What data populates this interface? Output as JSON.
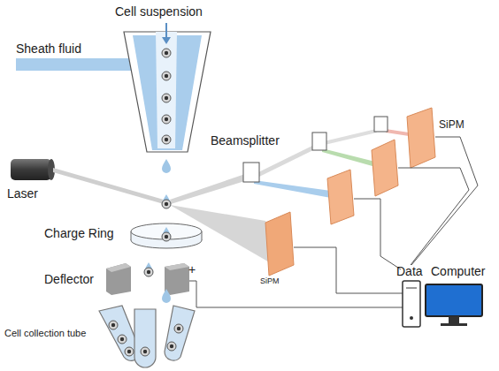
{
  "diagram": {
    "labels": [
      "Cell suspension",
      "Sheath fluid",
      "Beamsplitter",
      "SiPM",
      "Laser",
      "Charge Ring",
      "SiPM",
      "Deflector",
      "+",
      "Data",
      "Computer",
      "Cell collection tube"
    ]
  }
}
